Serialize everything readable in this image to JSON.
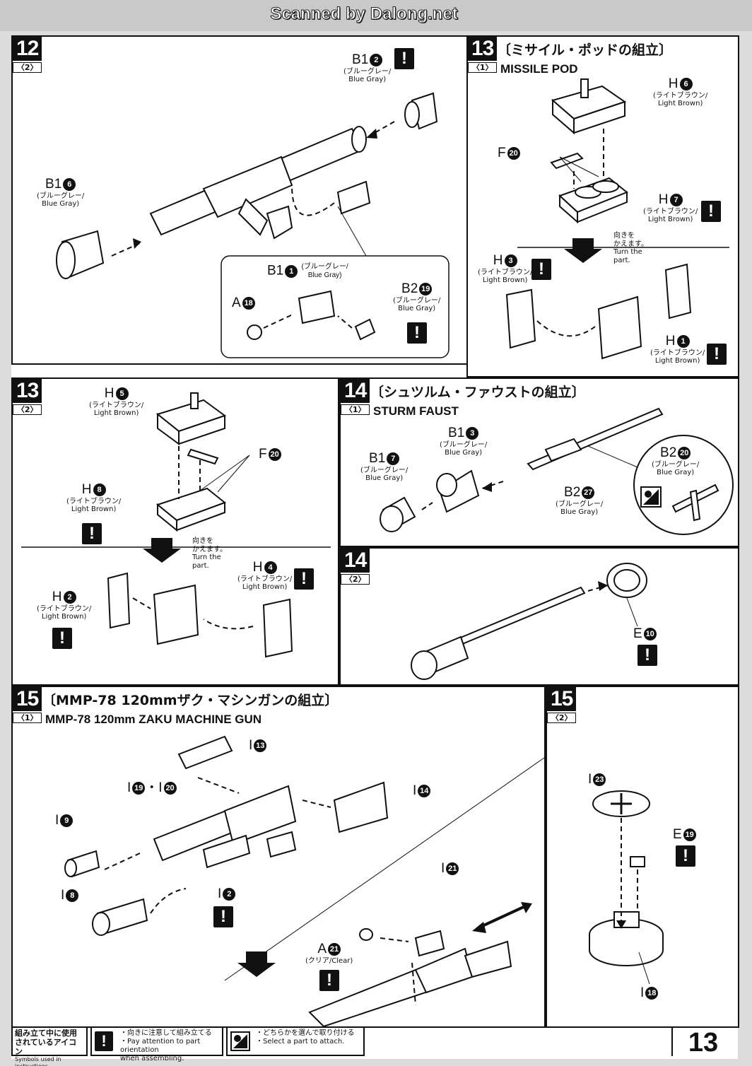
{
  "header": {
    "scan_credit": "Scanned by Dalong.net"
  },
  "steps": {
    "s12": {
      "num": "12",
      "sub": "2"
    },
    "s13a": {
      "num": "13",
      "sub": "1",
      "title_jp": "〔ミサイル・ポッドの組立〕",
      "title_en": "MISSILE POD"
    },
    "s13b": {
      "num": "13",
      "sub": "2"
    },
    "s14a": {
      "num": "14",
      "sub": "1",
      "title_jp": "〔シュツルム・ファウストの組立〕",
      "title_en": "STURM FAUST"
    },
    "s14b": {
      "num": "14",
      "sub": "2"
    },
    "s15a": {
      "num": "15",
      "sub": "1",
      "title_jp": "〔MMP-78 120mmザク・マシンガンの組立〕",
      "title_en": "MMP-78 120mm ZAKU MACHINE GUN"
    },
    "s15b": {
      "num": "15",
      "sub": "2"
    }
  },
  "colors": {
    "blue_gray_jp": "(ブルーグレー/",
    "blue_gray_en": "Blue Gray)",
    "light_brown_jp": "(ライトブラウン/",
    "light_brown_en": "Light Brown)",
    "clear": "(クリア/Clear)"
  },
  "parts": {
    "b1_2": {
      "code": "B1",
      "num": "2"
    },
    "b1_6": {
      "code": "B1",
      "num": "6"
    },
    "b1_1": {
      "code": "B1",
      "num": "1"
    },
    "a18": {
      "code": "A",
      "num": "18"
    },
    "b2_19": {
      "code": "B2",
      "num": "19"
    },
    "h6": {
      "code": "H",
      "num": "6"
    },
    "f20a": {
      "code": "F",
      "num": "20"
    },
    "h7": {
      "code": "H",
      "num": "7"
    },
    "h3": {
      "code": "H",
      "num": "3"
    },
    "h1": {
      "code": "H",
      "num": "1"
    },
    "h5": {
      "code": "H",
      "num": "5"
    },
    "f20b": {
      "code": "F",
      "num": "20"
    },
    "h8": {
      "code": "H",
      "num": "8"
    },
    "h4": {
      "code": "H",
      "num": "4"
    },
    "h2": {
      "code": "H",
      "num": "2"
    },
    "b1_3": {
      "code": "B1",
      "num": "3"
    },
    "b1_7": {
      "code": "B1",
      "num": "7"
    },
    "b2_20": {
      "code": "B2",
      "num": "20"
    },
    "b2_27": {
      "code": "B2",
      "num": "27"
    },
    "e10": {
      "code": "E",
      "num": "10"
    },
    "i13": {
      "code": "I",
      "num": "13"
    },
    "i19_20": {
      "code": "I",
      "num": "19",
      "code2": "・I",
      "num2": "20"
    },
    "i14": {
      "code": "I",
      "num": "14"
    },
    "i9": {
      "code": "I",
      "num": "9"
    },
    "i2": {
      "code": "I",
      "num": "2"
    },
    "i8": {
      "code": "I",
      "num": "8"
    },
    "i21": {
      "code": "I",
      "num": "21"
    },
    "a21": {
      "code": "A",
      "num": "21"
    },
    "i23": {
      "code": "I",
      "num": "23"
    },
    "e19": {
      "code": "E",
      "num": "19"
    },
    "i18": {
      "code": "I",
      "num": "18"
    }
  },
  "turn_note": {
    "jp1": "向きを",
    "jp2": "かえます。",
    "en1": "Turn the",
    "en2": "part."
  },
  "legend": {
    "title_jp1": "組み立て中に使用",
    "title_jp2": "されているアイコン",
    "title_en": "Symbols used in instructions",
    "warn_jp": "・向きに注意して組み立てる",
    "warn_en1": "・Pay attention to part orientation",
    "warn_en2": "when assembling.",
    "choice_jp": "・どちらかを選んで取り付ける",
    "choice_en": "・Select a part to attach."
  },
  "warn_symbol": "!",
  "page_number": "13"
}
